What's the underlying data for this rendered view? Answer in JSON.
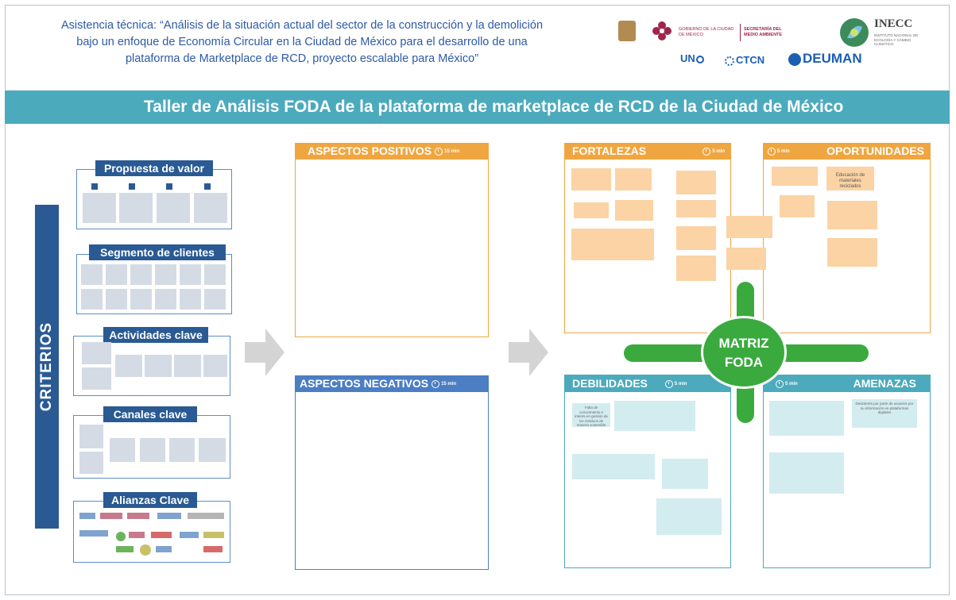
{
  "header": {
    "description_line1": "Asistencia técnica: “Análisis de la situación actual del sector de la construcción y la demolición",
    "description_line2": "bajo un enfoque de Economía Circular en la Ciudad de México para el desarrollo de una",
    "description_line3": "plataforma de Marketplace de RCD, proyecto escalable para México”",
    "logos": {
      "gobierno_cdmx": "GOBIERNO DE LA CIUDAD DE MÉXICO",
      "sedema": "SECRETARÍA DEL MEDIO AMBIENTE",
      "inecc": "INECC",
      "inecc_sub": "INSTITUTO NACIONAL DE ECOLOGÍA Y CAMBIO CLIMÁTICO",
      "unep": "UN",
      "ctcn": "CTCN",
      "deuman": "DEUMAN"
    }
  },
  "banner": {
    "title": "Taller de Análisis FODA de la plataforma de marketplace de RCD de la Ciudad de México"
  },
  "criterios": {
    "label": "CRITERIOS",
    "blocks": [
      {
        "title": "Propuesta de valor"
      },
      {
        "title": "Segmento de clientes"
      },
      {
        "title": "Actividades clave"
      },
      {
        "title": "Canales clave"
      },
      {
        "title": "Alianzas Clave"
      }
    ]
  },
  "aspects": {
    "positive": {
      "title": "ASPECTOS POSITIVOS",
      "time": "15 min"
    },
    "negative": {
      "title": "ASPECTOS NEGATIVOS",
      "time": "15 min"
    }
  },
  "foda": {
    "center_line1": "MATRIZ",
    "center_line2": "FODA",
    "fortalezas": {
      "title": "FORTALEZAS",
      "time": "5 min"
    },
    "oportunidades": {
      "title": "OPORTUNIDADES",
      "time": "5 min"
    },
    "debilidades": {
      "title": "DEBILIDADES",
      "time": "5 min"
    },
    "amenazas": {
      "title": "AMENAZAS",
      "time": "5 min"
    },
    "legible_notes": {
      "oportunidades_1": "Educación de materiales reciclados",
      "debilidades_1": "Falta de conocimiento e interés en gestión de los residuos de manera sostenible",
      "amenazas_1": "Desinterés por parte de usuarios por su información en plataformas digitales"
    }
  },
  "colors": {
    "navy": "#2a5a93",
    "teal": "#4caabd",
    "orange": "#f0a640",
    "blue": "#4c7ec3",
    "green": "#3aaa3f"
  }
}
